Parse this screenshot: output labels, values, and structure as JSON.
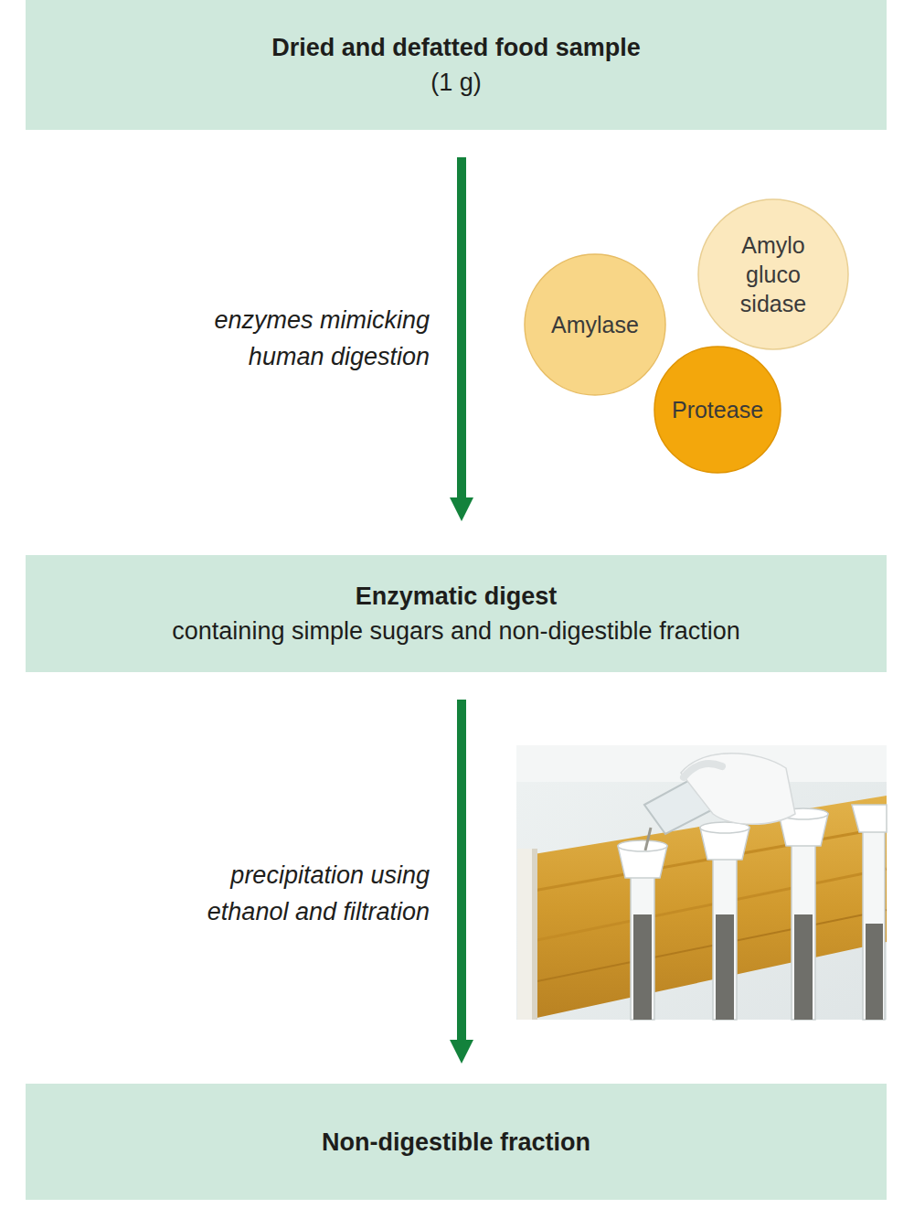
{
  "diagram": {
    "nodes": [
      {
        "text": [
          "Dried and defatted food sample",
          "(1 g)"
        ]
      },
      {
        "text": [
          "Amylo gluco sidase"
        ]
      },
      {
        "text": [
          "Amylase"
        ]
      },
      {
        "text": [
          "Protease"
        ]
      },
      {
        "text": [
          "Enzymatic digest",
          "containing simple sugars and non-digestible fraction"
        ]
      },
      {
        "text": [
          "Non-digestible fraction"
        ]
      }
    ],
    "edges": [
      {
        "from": 0,
        "to": 4,
        "arrow": "to",
        "label": "enzymes mimicking human digestion"
      },
      {
        "from": 4,
        "to": 5,
        "arrow": "to",
        "label": "precipitation using ethanol and filtration"
      }
    ]
  }
}
